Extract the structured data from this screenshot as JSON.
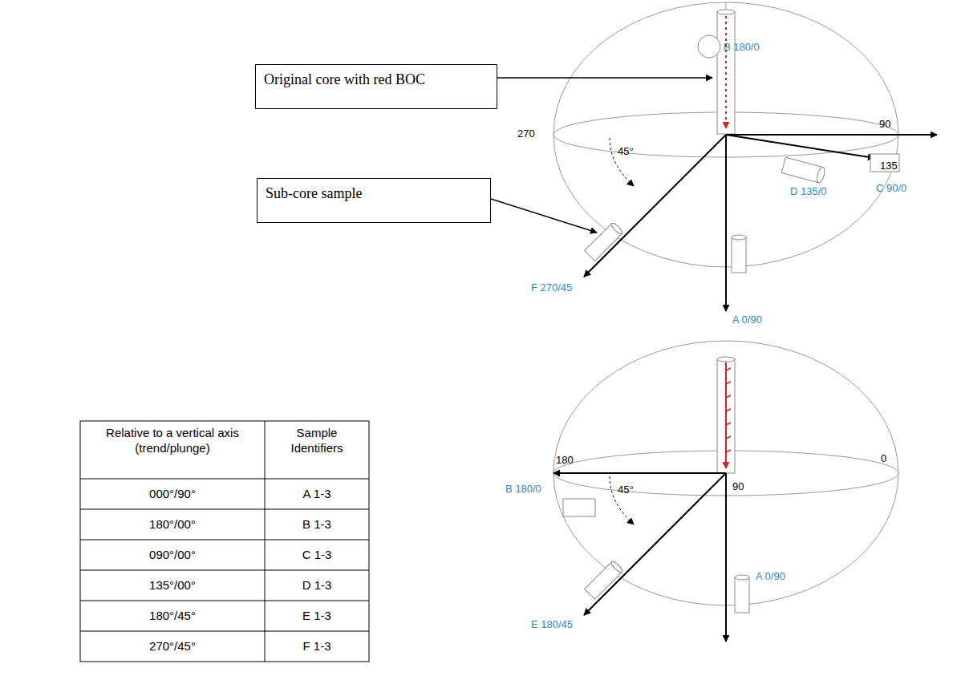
{
  "diagram": {
    "nodes": [
      {
        "text": [
          "Original core with red BOC"
        ]
      },
      {
        "text": [
          "Sub-core sample"
        ]
      }
    ],
    "labels": [
      "B 180/0",
      "270",
      "90",
      "45°",
      "135",
      "C 90/0",
      "D 135/0",
      "F 270/45",
      "A 0/90",
      "180",
      "0",
      "45°",
      "90",
      "B 180/0",
      "E 180/45",
      "A 0/90",
      "Relative to a vertical axis (trend/plunge)",
      "Sample Identifiers",
      "000°/90°",
      "A 1-3",
      "180°/00°",
      "B 1-3",
      "090°/00°",
      "C 1-3",
      "135°/00°",
      "D 1-3",
      "180°/45°",
      "E 1-3",
      "270°/45°",
      "F 1-3"
    ]
  }
}
